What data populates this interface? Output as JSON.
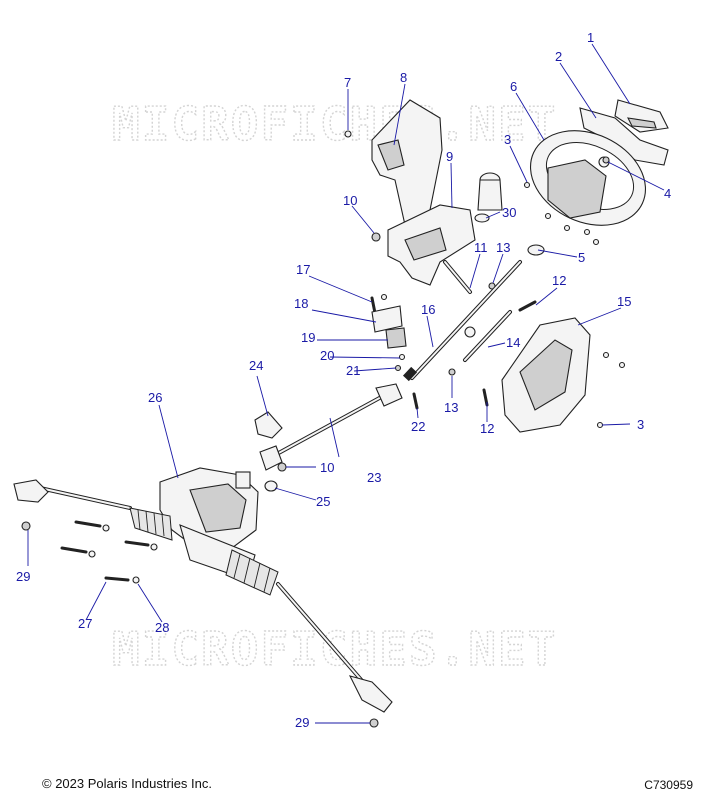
{
  "watermark": "MICROFICHES.NET",
  "copyright": "© 2023 Polaris Industries Inc.",
  "drawing_code": "C730959",
  "callouts": {
    "c1": "1",
    "c2": "2",
    "c3a": "3",
    "c3b": "3",
    "c4": "4",
    "c5": "5",
    "c6": "6",
    "c7": "7",
    "c8": "8",
    "c9": "9",
    "c10a": "10",
    "c10b": "10",
    "c11": "11",
    "c12a": "12",
    "c12b": "12",
    "c13a": "13",
    "c13b": "13",
    "c14": "14",
    "c15": "15",
    "c16": "16",
    "c17": "17",
    "c18": "18",
    "c19": "19",
    "c20": "20",
    "c21": "21",
    "c22": "22",
    "c23": "23",
    "c24": "24",
    "c25": "25",
    "c26": "26",
    "c27": "27",
    "c28": "28",
    "c29a": "29",
    "c29b": "29",
    "c30": "30"
  },
  "colors": {
    "callout": "#1a1aa6",
    "line": "#222222",
    "watermark": "#d4d4d4"
  }
}
